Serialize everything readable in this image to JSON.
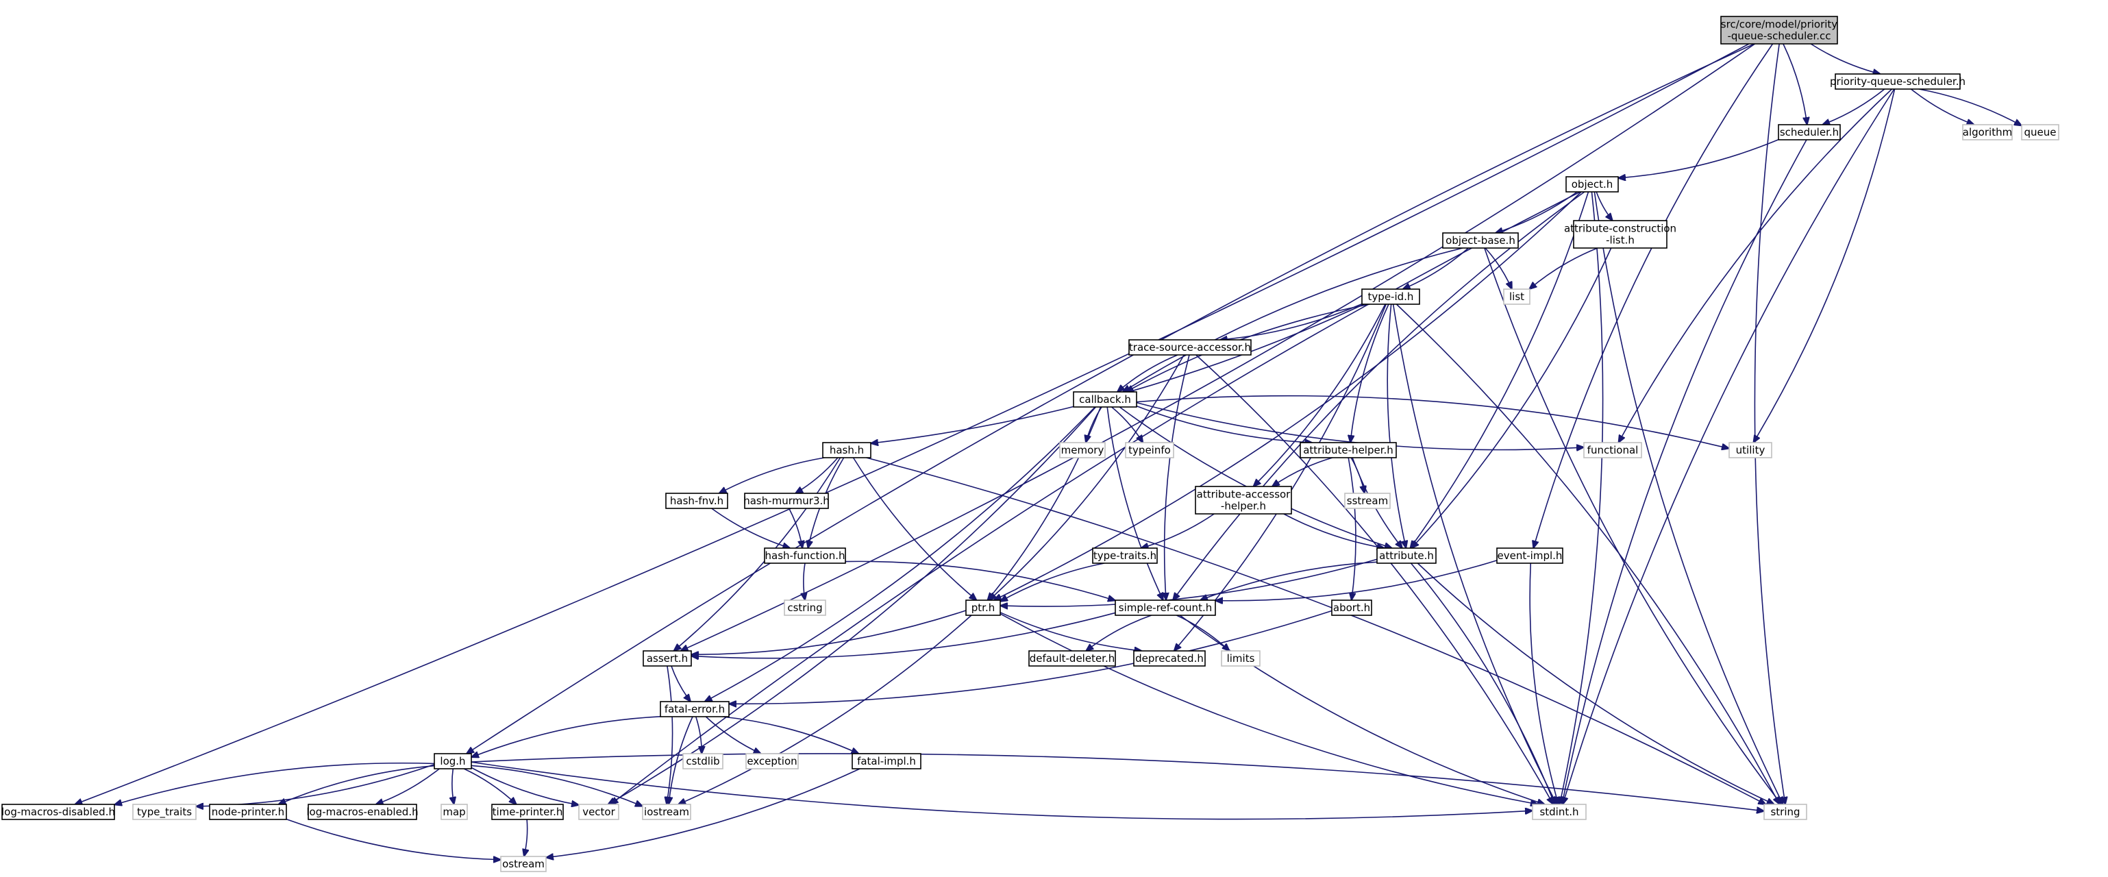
{
  "graph": {
    "root": "priority-queue-scheduler.cc",
    "colors": {
      "edge": "#191970",
      "root_fill": "#bfbfbf",
      "project_border": "#000000",
      "external_border": "#bfbfbf"
    },
    "nodes": [
      {
        "id": "root",
        "lines": [
          "src/core/model/priority",
          "-queue-scheduler.cc"
        ],
        "kind": "root"
      },
      {
        "id": "pqs_h",
        "lines": [
          "priority-queue-scheduler.h"
        ],
        "kind": "project"
      },
      {
        "id": "scheduler_h",
        "lines": [
          "scheduler.h"
        ],
        "kind": "project"
      },
      {
        "id": "algorithm",
        "lines": [
          "algorithm"
        ],
        "kind": "external"
      },
      {
        "id": "queue",
        "lines": [
          "queue"
        ],
        "kind": "external"
      },
      {
        "id": "object_h",
        "lines": [
          "object.h"
        ],
        "kind": "project"
      },
      {
        "id": "object_base_h",
        "lines": [
          "object-base.h"
        ],
        "kind": "project"
      },
      {
        "id": "attr_constr_h",
        "lines": [
          "attribute-construction",
          "-list.h"
        ],
        "kind": "project"
      },
      {
        "id": "list",
        "lines": [
          "list"
        ],
        "kind": "external"
      },
      {
        "id": "type_id_h",
        "lines": [
          "type-id.h"
        ],
        "kind": "project"
      },
      {
        "id": "trace_src_h",
        "lines": [
          "trace-source-accessor.h"
        ],
        "kind": "project"
      },
      {
        "id": "callback_h",
        "lines": [
          "callback.h"
        ],
        "kind": "project"
      },
      {
        "id": "memory",
        "lines": [
          "memory"
        ],
        "kind": "external"
      },
      {
        "id": "typeinfo",
        "lines": [
          "typeinfo"
        ],
        "kind": "external"
      },
      {
        "id": "functional",
        "lines": [
          "functional"
        ],
        "kind": "external"
      },
      {
        "id": "utility",
        "lines": [
          "utility"
        ],
        "kind": "external"
      },
      {
        "id": "hash_h",
        "lines": [
          "hash.h"
        ],
        "kind": "project"
      },
      {
        "id": "attr_helper_h",
        "lines": [
          "attribute-helper.h"
        ],
        "kind": "project"
      },
      {
        "id": "sstream",
        "lines": [
          "sstream"
        ],
        "kind": "external"
      },
      {
        "id": "hash_fnv_h",
        "lines": [
          "hash-fnv.h"
        ],
        "kind": "project"
      },
      {
        "id": "hash_murmur_h",
        "lines": [
          "hash-murmur3.h"
        ],
        "kind": "project"
      },
      {
        "id": "attr_accessor_h",
        "lines": [
          "attribute-accessor",
          "-helper.h"
        ],
        "kind": "project"
      },
      {
        "id": "hash_function_h",
        "lines": [
          "hash-function.h"
        ],
        "kind": "project"
      },
      {
        "id": "type_traits_h",
        "lines": [
          "type-traits.h"
        ],
        "kind": "project"
      },
      {
        "id": "attribute_h",
        "lines": [
          "attribute.h"
        ],
        "kind": "project"
      },
      {
        "id": "event_impl_h",
        "lines": [
          "event-impl.h"
        ],
        "kind": "project"
      },
      {
        "id": "cstring",
        "lines": [
          "cstring"
        ],
        "kind": "external"
      },
      {
        "id": "ptr_h",
        "lines": [
          "ptr.h"
        ],
        "kind": "project"
      },
      {
        "id": "simple_ref_h",
        "lines": [
          "simple-ref-count.h"
        ],
        "kind": "project"
      },
      {
        "id": "abort_h",
        "lines": [
          "abort.h"
        ],
        "kind": "project"
      },
      {
        "id": "assert_h",
        "lines": [
          "assert.h"
        ],
        "kind": "project"
      },
      {
        "id": "default_deleter_h",
        "lines": [
          "default-deleter.h"
        ],
        "kind": "project"
      },
      {
        "id": "deprecated_h",
        "lines": [
          "deprecated.h"
        ],
        "kind": "project"
      },
      {
        "id": "limits",
        "lines": [
          "limits"
        ],
        "kind": "external"
      },
      {
        "id": "fatal_error_h",
        "lines": [
          "fatal-error.h"
        ],
        "kind": "project"
      },
      {
        "id": "cstdlib",
        "lines": [
          "cstdlib"
        ],
        "kind": "external"
      },
      {
        "id": "exception",
        "lines": [
          "exception"
        ],
        "kind": "external"
      },
      {
        "id": "fatal_impl_h",
        "lines": [
          "fatal-impl.h"
        ],
        "kind": "project"
      },
      {
        "id": "log_h",
        "lines": [
          "log.h"
        ],
        "kind": "project"
      },
      {
        "id": "log_disabled_h",
        "lines": [
          "log-macros-disabled.h"
        ],
        "kind": "project"
      },
      {
        "id": "type_traits",
        "lines": [
          "type_traits"
        ],
        "kind": "external"
      },
      {
        "id": "node_printer_h",
        "lines": [
          "node-printer.h"
        ],
        "kind": "project"
      },
      {
        "id": "log_enabled_h",
        "lines": [
          "log-macros-enabled.h"
        ],
        "kind": "project"
      },
      {
        "id": "map",
        "lines": [
          "map"
        ],
        "kind": "external"
      },
      {
        "id": "time_printer_h",
        "lines": [
          "time-printer.h"
        ],
        "kind": "project"
      },
      {
        "id": "vector",
        "lines": [
          "vector"
        ],
        "kind": "external"
      },
      {
        "id": "iostream",
        "lines": [
          "iostream"
        ],
        "kind": "external"
      },
      {
        "id": "stdint_h",
        "lines": [
          "stdint.h"
        ],
        "kind": "external"
      },
      {
        "id": "string",
        "lines": [
          "string"
        ],
        "kind": "external"
      },
      {
        "id": "ostream",
        "lines": [
          "ostream"
        ],
        "kind": "external"
      }
    ],
    "edges": [
      [
        "root",
        "pqs_h"
      ],
      [
        "root",
        "scheduler_h"
      ],
      [
        "root",
        "event_impl_h"
      ],
      [
        "root",
        "assert_h"
      ],
      [
        "root",
        "log_h"
      ],
      [
        "root",
        "log_disabled_h"
      ],
      [
        "root",
        "string"
      ],
      [
        "pqs_h",
        "scheduler_h"
      ],
      [
        "pqs_h",
        "algorithm"
      ],
      [
        "pqs_h",
        "queue"
      ],
      [
        "pqs_h",
        "functional"
      ],
      [
        "pqs_h",
        "utility"
      ],
      [
        "pqs_h",
        "stdint_h"
      ],
      [
        "scheduler_h",
        "object_h"
      ],
      [
        "scheduler_h",
        "stdint_h"
      ],
      [
        "object_h",
        "object_base_h"
      ],
      [
        "object_h",
        "attr_constr_h"
      ],
      [
        "object_h",
        "ptr_h"
      ],
      [
        "object_h",
        "simple_ref_h"
      ],
      [
        "object_h",
        "attribute_h"
      ],
      [
        "object_h",
        "vector"
      ],
      [
        "object_h",
        "stdint_h"
      ],
      [
        "object_h",
        "string"
      ],
      [
        "object_base_h",
        "type_id_h"
      ],
      [
        "object_base_h",
        "callback_h"
      ],
      [
        "object_base_h",
        "list"
      ],
      [
        "object_base_h",
        "string"
      ],
      [
        "attr_constr_h",
        "attribute_h"
      ],
      [
        "attr_constr_h",
        "list"
      ],
      [
        "type_id_h",
        "trace_src_h"
      ],
      [
        "type_id_h",
        "callback_h"
      ],
      [
        "type_id_h",
        "hash_h"
      ],
      [
        "type_id_h",
        "attr_helper_h"
      ],
      [
        "type_id_h",
        "attr_accessor_h"
      ],
      [
        "type_id_h",
        "attribute_h"
      ],
      [
        "type_id_h",
        "deprecated_h"
      ],
      [
        "type_id_h",
        "stdint_h"
      ],
      [
        "type_id_h",
        "string"
      ],
      [
        "trace_src_h",
        "callback_h"
      ],
      [
        "trace_src_h",
        "ptr_h"
      ],
      [
        "trace_src_h",
        "simple_ref_h"
      ],
      [
        "trace_src_h",
        "stdint_h"
      ],
      [
        "callback_h",
        "memory"
      ],
      [
        "callback_h",
        "typeinfo"
      ],
      [
        "callback_h",
        "functional"
      ],
      [
        "callback_h",
        "utility"
      ],
      [
        "callback_h",
        "attr_helper_h"
      ],
      [
        "callback_h",
        "ptr_h"
      ],
      [
        "callback_h",
        "simple_ref_h"
      ],
      [
        "callback_h",
        "fatal_error_h"
      ],
      [
        "callback_h",
        "attribute_h"
      ],
      [
        "callback_h",
        "vector"
      ],
      [
        "hash_h",
        "hash_fnv_h"
      ],
      [
        "hash_h",
        "hash_murmur_h"
      ],
      [
        "hash_h",
        "hash_function_h"
      ],
      [
        "hash_h",
        "assert_h"
      ],
      [
        "hash_h",
        "ptr_h"
      ],
      [
        "hash_h",
        "string"
      ],
      [
        "attr_helper_h",
        "attr_accessor_h"
      ],
      [
        "attr_helper_h",
        "sstream"
      ],
      [
        "attr_helper_h",
        "attribute_h"
      ],
      [
        "attr_helper_h",
        "abort_h"
      ],
      [
        "hash_fnv_h",
        "hash_function_h"
      ],
      [
        "hash_murmur_h",
        "hash_function_h"
      ],
      [
        "hash_function_h",
        "cstring"
      ],
      [
        "hash_function_h",
        "simple_ref_h"
      ],
      [
        "attr_accessor_h",
        "attribute_h"
      ],
      [
        "attr_accessor_h",
        "type_traits_h"
      ],
      [
        "type_traits_h",
        "ptr_h"
      ],
      [
        "attribute_h",
        "ptr_h"
      ],
      [
        "attribute_h",
        "simple_ref_h"
      ],
      [
        "attribute_h",
        "stdint_h"
      ],
      [
        "attribute_h",
        "string"
      ],
      [
        "event_impl_h",
        "simple_ref_h"
      ],
      [
        "event_impl_h",
        "stdint_h"
      ],
      [
        "ptr_h",
        "assert_h"
      ],
      [
        "ptr_h",
        "deprecated_h"
      ],
      [
        "ptr_h",
        "iostream"
      ],
      [
        "ptr_h",
        "stdint_h"
      ],
      [
        "simple_ref_h",
        "assert_h"
      ],
      [
        "simple_ref_h",
        "default_deleter_h"
      ],
      [
        "simple_ref_h",
        "limits"
      ],
      [
        "simple_ref_h",
        "stdint_h"
      ],
      [
        "abort_h",
        "fatal_error_h"
      ],
      [
        "assert_h",
        "fatal_error_h"
      ],
      [
        "assert_h",
        "iostream"
      ],
      [
        "fatal_error_h",
        "log_h"
      ],
      [
        "fatal_error_h",
        "cstdlib"
      ],
      [
        "fatal_error_h",
        "exception"
      ],
      [
        "fatal_error_h",
        "fatal_impl_h"
      ],
      [
        "fatal_error_h",
        "iostream"
      ],
      [
        "fatal_impl_h",
        "ostream"
      ],
      [
        "log_h",
        "log_disabled_h"
      ],
      [
        "log_h",
        "type_traits"
      ],
      [
        "log_h",
        "node_printer_h"
      ],
      [
        "log_h",
        "log_enabled_h"
      ],
      [
        "log_h",
        "map"
      ],
      [
        "log_h",
        "time_printer_h"
      ],
      [
        "log_h",
        "vector"
      ],
      [
        "log_h",
        "iostream"
      ],
      [
        "log_h",
        "stdint_h"
      ],
      [
        "log_h",
        "string"
      ],
      [
        "node_printer_h",
        "ostream"
      ],
      [
        "time_printer_h",
        "ostream"
      ]
    ]
  }
}
